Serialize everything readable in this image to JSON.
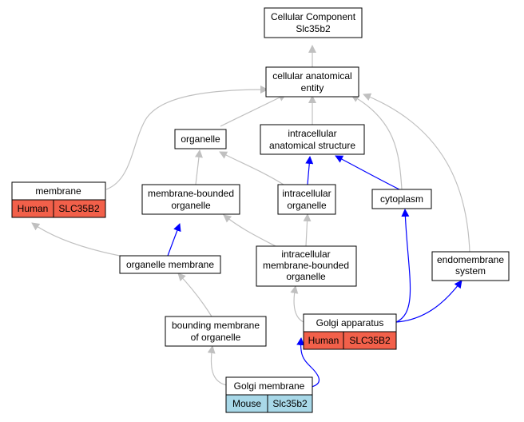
{
  "colors": {
    "gray_edge": "#c0c0c0",
    "blue_edge": "#0000ff",
    "human_fill": "#f2604a",
    "mouse_fill": "#a8d8e8",
    "node_fill": "#ffffff",
    "node_stroke": "#000000"
  },
  "nodes": {
    "cellular_component": {
      "line1": "Cellular Component",
      "line2": "Slc35b2"
    },
    "cellular_anatomical_entity": {
      "line1": "cellular anatomical",
      "line2": "entity"
    },
    "organelle": {
      "label": "organelle"
    },
    "intracellular_anatomical_structure": {
      "line1": "intracellular",
      "line2": "anatomical structure"
    },
    "membrane": {
      "label": "membrane",
      "species": "Human",
      "gene": "SLC35B2"
    },
    "membrane_bounded_organelle": {
      "line1": "membrane-bounded",
      "line2": "organelle"
    },
    "intracellular_organelle": {
      "line1": "intracellular",
      "line2": "organelle"
    },
    "cytoplasm": {
      "label": "cytoplasm"
    },
    "organelle_membrane": {
      "label": "organelle membrane"
    },
    "intracellular_membrane_bounded_organelle": {
      "line1": "intracellular",
      "line2": "membrane-bounded",
      "line3": "organelle"
    },
    "endomembrane_system": {
      "line1": "endomembrane",
      "line2": "system"
    },
    "golgi_apparatus": {
      "label": "Golgi apparatus",
      "species": "Human",
      "gene": "SLC35B2"
    },
    "bounding_membrane": {
      "line1": "bounding membrane",
      "line2": "of organelle"
    },
    "golgi_membrane": {
      "label": "Golgi membrane",
      "species": "Mouse",
      "gene": "Slc35b2"
    }
  }
}
